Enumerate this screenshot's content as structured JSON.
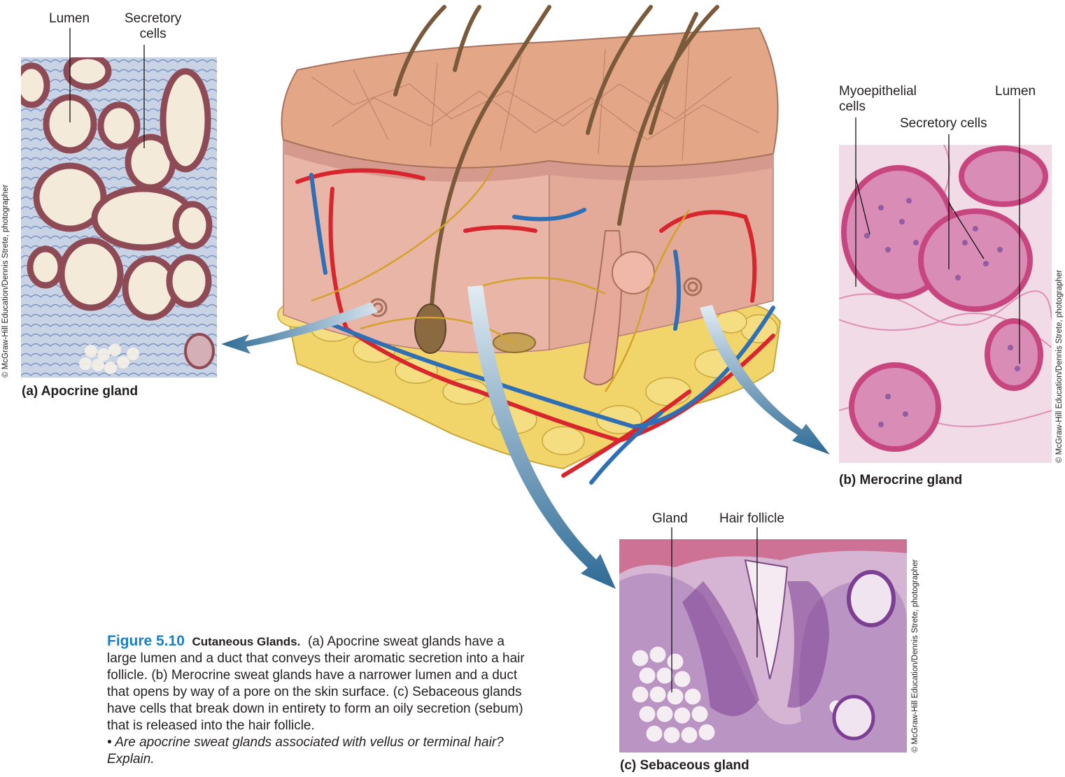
{
  "figure": {
    "number": "Figure 5.10",
    "title": "Cutaneous Glands.",
    "caption": "(a) Apocrine sweat glands have a large lumen and a duct that conveys their aromatic secretion into a hair follicle. (b) Merocrine sweat glands have a narrower lumen and a duct that opens by way of a pore on the skin surface. (c) Sebaceous glands have cells that break down in entirety to form an oily secretion (sebum) that is released into the hair follicle.",
    "question": "• Are apocrine sweat glands associated with vellus or terminal hair? Explain."
  },
  "panels": {
    "a": {
      "title": "(a) Apocrine gland",
      "labels": [
        "Lumen",
        "Secretory\ncells"
      ],
      "credit": "© McGraw-Hill Education/Dennis Strete, photographer"
    },
    "b": {
      "title": "(b) Merocrine gland",
      "labels": [
        "Myoepithelial\ncells",
        "Secretory cells",
        "Lumen"
      ],
      "credit": "© McGraw-Hill Education/Dennis Strete, photographer"
    },
    "c": {
      "title": "(c) Sebaceous gland",
      "labels": [
        "Gland",
        "Hair follicle"
      ],
      "credit": "© McGraw-Hill Education/Dennis Strete, photographer"
    }
  },
  "colors": {
    "figure_number": "#1a80c4",
    "arrow": "#2e6b96",
    "skin": "#e8b5a7",
    "fat": "#f1d46a",
    "artery": "#d8252e",
    "vein": "#2f6fb5",
    "nerve": "#d4a12a"
  }
}
